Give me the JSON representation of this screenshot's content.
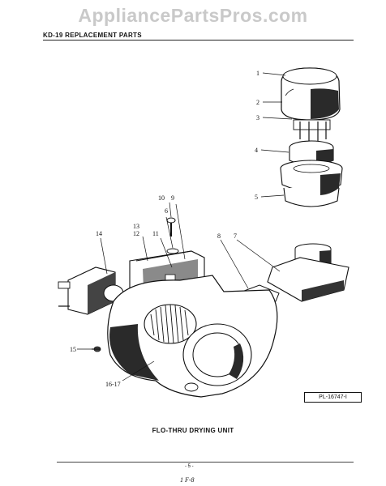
{
  "watermark": "AppliancePartsPros.com",
  "header": {
    "title": "KD-19 REPLACEMENT PARTS"
  },
  "diagram": {
    "callouts": [
      "1",
      "2",
      "3",
      "4",
      "5",
      "6",
      "7",
      "8",
      "9",
      "10",
      "11",
      "12",
      "13",
      "14",
      "15",
      "16-17"
    ],
    "code": "PL-16747-I",
    "caption": "FLO-THRU DRYING UNIT"
  },
  "footer": {
    "page_number": "- 5 -",
    "handwritten": "1 F-8"
  },
  "colors": {
    "ink": "#111111",
    "watermark": "#c9c9c9",
    "shade": "#2a2a2a"
  }
}
